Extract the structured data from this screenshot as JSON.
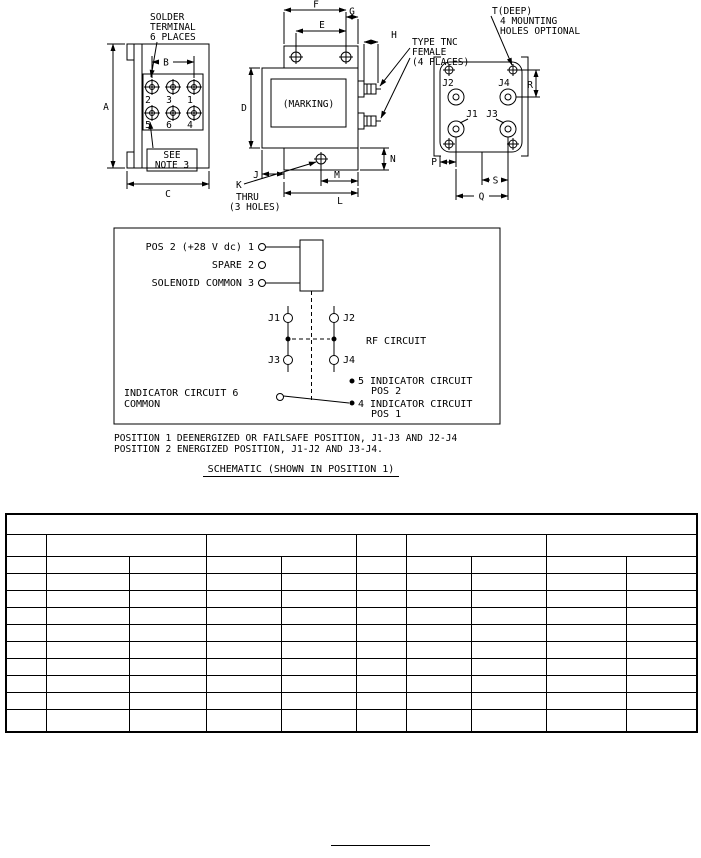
{
  "document": {
    "side_view": {
      "callout": {
        "line1": "SOLDER",
        "line2": "TERMINAL",
        "line3": "6 PLACES"
      },
      "note_box": {
        "line1": "SEE",
        "line2": "NOTE 3"
      },
      "terminals": [
        "2",
        "3",
        "1",
        "5",
        "6",
        "4"
      ],
      "dims": {
        "a": "A",
        "b": "B",
        "c": "C"
      }
    },
    "front_view": {
      "marking": "(MARKING)",
      "tnc_callout": {
        "line1": "TYPE TNC",
        "line2": "FEMALE",
        "line3": "(4 PLACES)"
      },
      "thru_callout": {
        "line1": "THRU",
        "line2": "(3 HOLES)"
      },
      "dims": {
        "d": "D",
        "e": "E",
        "f": "F",
        "g": "G",
        "h": "H",
        "j": "J",
        "k": "K",
        "l": "L",
        "m": "M",
        "n": "N"
      }
    },
    "rear_view": {
      "t_callout": {
        "line1": "T(DEEP)",
        "line2": "4 MOUNTING",
        "line3": "HOLES OPTIONAL"
      },
      "connectors": {
        "j1": "J1",
        "j2": "J2",
        "j3": "J3",
        "j4": "J4"
      },
      "dims": {
        "p": "P",
        "q": "Q",
        "r": "R",
        "s": "S"
      }
    },
    "schematic": {
      "pin1": "POS 2 (+28 V dc) 1",
      "pin2": "SPARE 2",
      "pin3": "SOLENOID COMMON 3",
      "contacts": {
        "j1": "J1",
        "j2": "J2",
        "j3": "J3",
        "j4": "J4"
      },
      "rf_circuit": "RF CIRCUIT",
      "indicator_pos2": {
        "line1": "5 INDICATOR CIRCUIT",
        "line2": "POS 2"
      },
      "indicator_pos1": {
        "line1": "4 INDICATOR CIRCUIT",
        "line2": "POS 1"
      },
      "indicator_common": {
        "line1": "INDICATOR CIRCUIT 6",
        "line2": "COMMON"
      },
      "notes": {
        "line1": "POSITION 1 DEENERGIZED OR FAILSAFE POSITION, J1-J3 AND J2-J4",
        "line2": "POSITION 2 ENERGIZED POSITION, J1-J2 AND J3-J4."
      },
      "caption": "SCHEMATIC (SHOWN IN POSITION 1)"
    }
  }
}
